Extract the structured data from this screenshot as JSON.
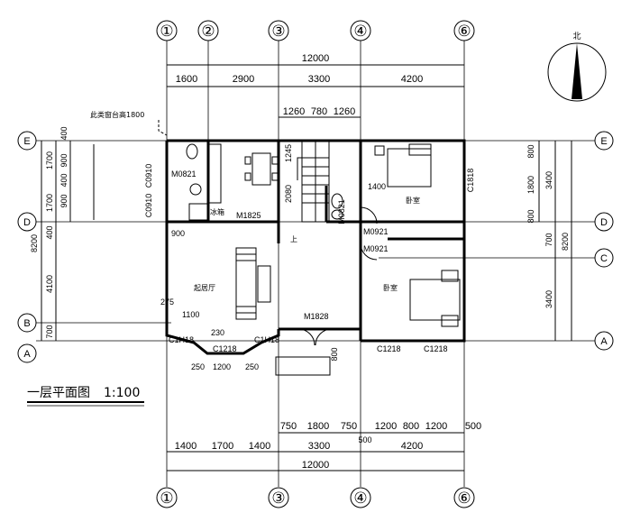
{
  "drawing_title": "一层平面图",
  "scale": "1:100",
  "north_label": "北",
  "axes_vertical": [
    "①",
    "②",
    "③",
    "④",
    "⑥"
  ],
  "axes_vertical_bottom": [
    "①",
    "③",
    "④",
    "⑥"
  ],
  "axes_horizontal_left": [
    "E",
    "D",
    "B",
    "A"
  ],
  "axes_horizontal_right": [
    "E",
    "D",
    "C",
    "A"
  ],
  "dims_top_total": "12000",
  "dims_top": [
    "1600",
    "2900",
    "3300",
    "4200"
  ],
  "dims_top_inner": [
    "1260",
    "780",
    "1260"
  ],
  "dims_bottom_total": "12000",
  "dims_bottom": [
    "1400",
    "1700",
    "1400",
    "3300",
    "4200"
  ],
  "dims_bottom_inner": [
    "750",
    "1800",
    "750",
    "1200",
    "800",
    "1200",
    "500"
  ],
  "dims_bottom_500": "500",
  "dims_left_outer": [
    "8200"
  ],
  "dims_left_mid": [
    "1700",
    "1700",
    "400",
    "4100",
    "700"
  ],
  "dims_left_inner": [
    "400",
    "900",
    "400",
    "900"
  ],
  "dims_right": [
    "800",
    "1800",
    "800",
    "3400",
    "700",
    "3400"
  ],
  "dims_right_total": "8200",
  "window_note": "此类窗台高1800",
  "labels": {
    "c0910_a": "C0910",
    "c0910_b": "C0910",
    "m0821": "M0821",
    "m1825": "M1825",
    "m0821b": "M0821",
    "m0921a": "M0921",
    "m0921b": "M0921",
    "c1818": "C1818",
    "m1828": "M1828",
    "c1218a": "C1218",
    "c1218b": "C1218",
    "c1218c": "C1218",
    "c1h18a": "C1H18",
    "c1h18b": "C1H18",
    "d1400": "1400",
    "d1245": "1245",
    "d2080": "2080",
    "d900": "900",
    "d800": "800",
    "d250a": "250",
    "d1200": "1200",
    "d250b": "250",
    "d275": "275",
    "d1100": "1100",
    "d230": "230",
    "bedroom1": "卧室",
    "bedroom2": "卧室",
    "living": "起居厅",
    "fridge": "冰箱",
    "up": "上"
  }
}
